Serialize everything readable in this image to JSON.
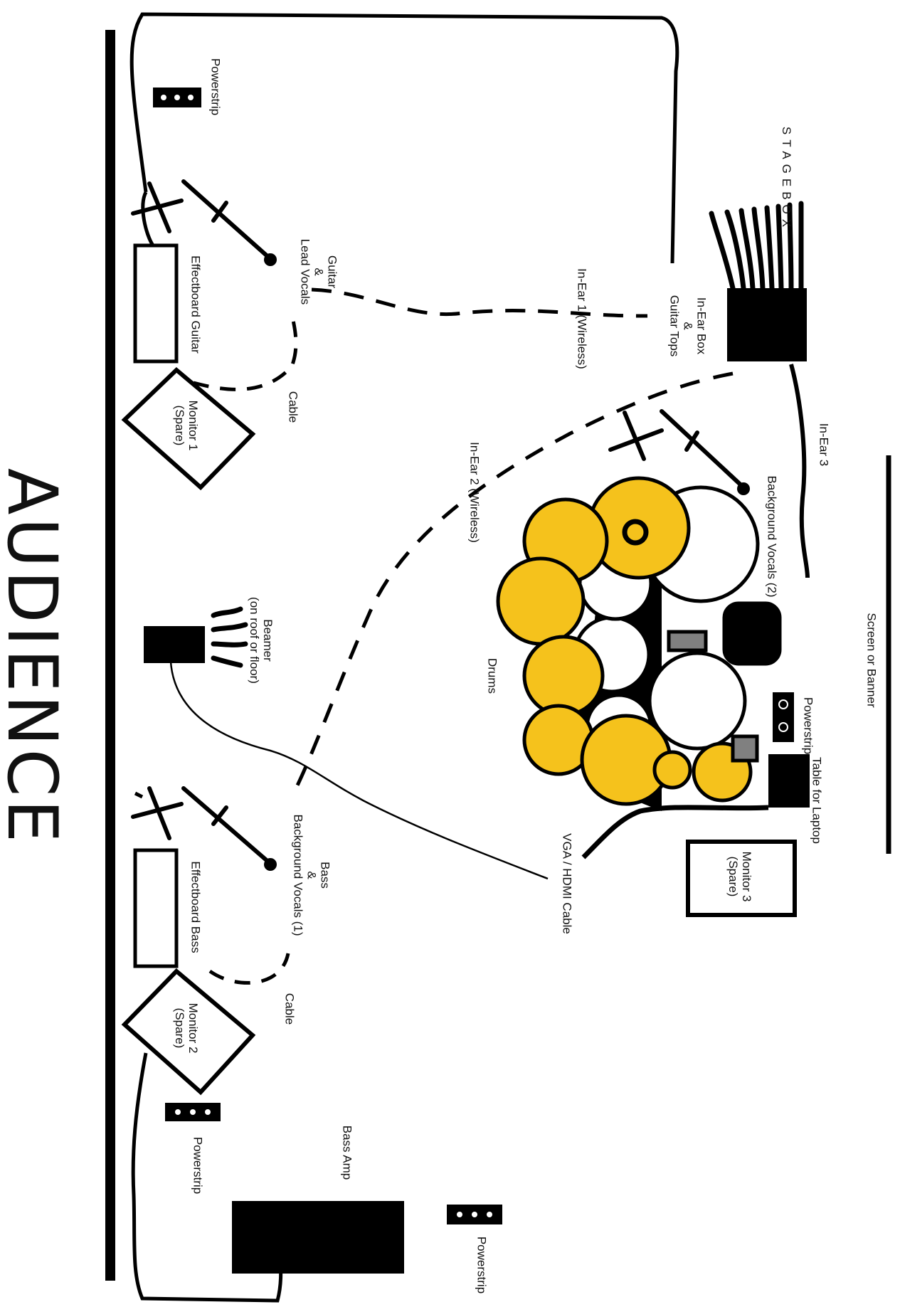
{
  "colors": {
    "line": "#000000",
    "cymbal": "#f5c21c",
    "drum": "#ffffff",
    "grey": "#808080",
    "background": "#ffffff"
  },
  "labels": {
    "audience": "AUDIENCE",
    "screen": "Screen or Banner",
    "stagebox": "STAGEBOX",
    "in_ear_3": "In-Ear 3",
    "in_ear_box": [
      "In-Ear Box",
      "&",
      "Guitar Tops"
    ],
    "in_ear_1": "In-Ear 1 (Wireless)",
    "in_ear_2": "In-Ear 2 (Wireless)",
    "background_vocals_2": "Background Vocals (2)",
    "drums": "Drums",
    "powerstrip_drums": "Powerstrip",
    "table_laptop": "Table for Laptop",
    "monitor_3": [
      "Monitor 3",
      "(Spare)"
    ],
    "vga_hdmi": "VGA / HDMI Cable",
    "guitar": [
      "Guitar",
      "&",
      "Lead Vocals"
    ],
    "cable_guitar": "Cable",
    "effectboard_guitar": "Effectboard Guitar",
    "monitor_1": [
      "Monitor 1",
      "(Spare)"
    ],
    "powerstrip_top": "Powerstrip",
    "beamer": [
      "Beamer",
      "(on roof or floor)"
    ],
    "bass": [
      "Bass",
      "&",
      "Background Vocals (1)"
    ],
    "cable_bass": "Cable",
    "effectboard_bass": "Effectboard Bass",
    "monitor_2": [
      "Monitor 2",
      "(Spare)"
    ],
    "powerstrip_bass": "Powerstrip",
    "bass_amp": "Bass Amp",
    "powerstrip_bottom": "Powerstrip"
  }
}
